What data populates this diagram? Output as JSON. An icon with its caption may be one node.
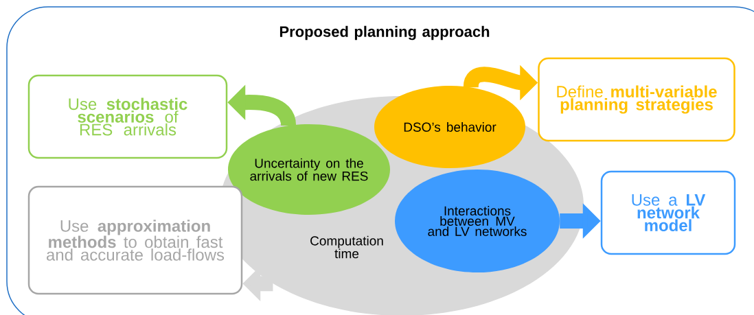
{
  "diagram": {
    "nodes": [
      {
        "text": [
          "Proposed planning approach"
        ]
      },
      {
        "text": [
          "Computation time"
        ],
        "in": 0
      },
      {
        "text": [
          "Uncertainty on the arrivals of new RES"
        ],
        "in": 1
      },
      {
        "text": [
          "DSO’s behavior"
        ],
        "in": 0
      },
      {
        "text": [
          "Interactions between MV and LV networks"
        ],
        "in": 1
      },
      {
        "text": [
          "Use **stochastic scenarios** of RES arrivals"
        ],
        "in": 0
      },
      {
        "text": [
          "Define **multi-variable planning strategies**"
        ],
        "in": 0
      },
      {
        "text": [
          "Use **approximation methods** to obtain fast and accurate load-flows"
        ],
        "in": 0
      },
      {
        "text": [
          "Use a **LV network model**"
        ],
        "in": 0
      }
    ],
    "edges": [
      {
        "from": 2,
        "to": 5,
        "arrow": "to",
        "color": "#92d050"
      },
      {
        "from": 3,
        "to": 6,
        "arrow": "to",
        "color": "#ffc000"
      },
      {
        "from": 4,
        "to": 8,
        "arrow": "to",
        "color": "#3d9bff"
      },
      {
        "from": 1,
        "to": 7,
        "arrow": "to",
        "color": "#d9d9d9"
      }
    ]
  }
}
